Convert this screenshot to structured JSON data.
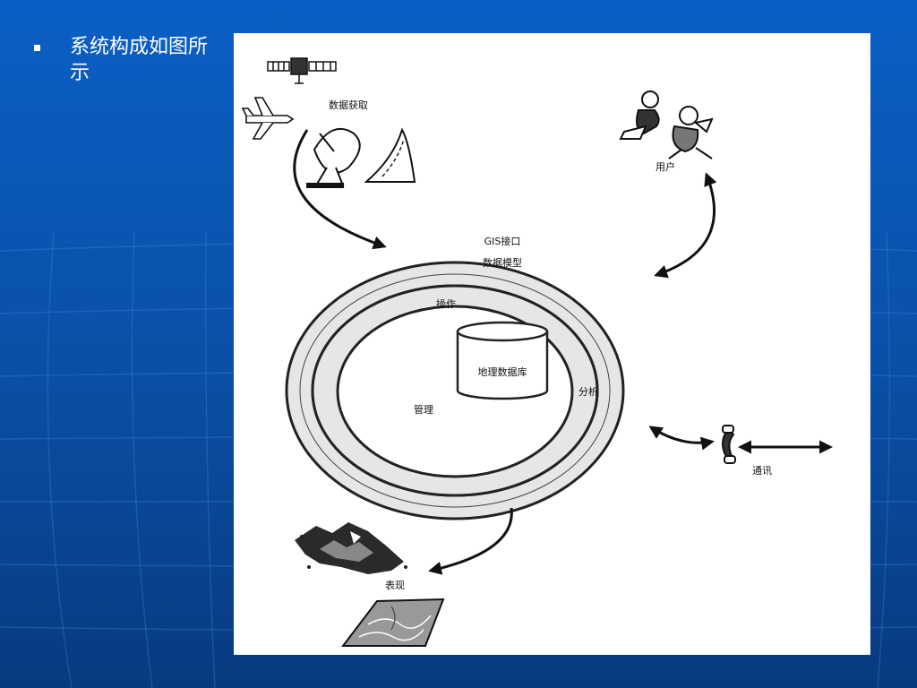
{
  "slide": {
    "bullet": "系统构成如图所示"
  },
  "diagram": {
    "labels": {
      "data_acquisition": "数据获取",
      "users": "用户",
      "gis_interface": "GIS接口",
      "data_model": "数据模型",
      "operation": "操作",
      "geo_database": "地理数据库",
      "analysis": "分析",
      "management": "管理",
      "communication": "通讯",
      "presentation": "表现"
    }
  },
  "colors": {
    "slide_background": "#0a56b4",
    "panel": "#ffffff",
    "ring_fill": "#e6e6e6"
  }
}
